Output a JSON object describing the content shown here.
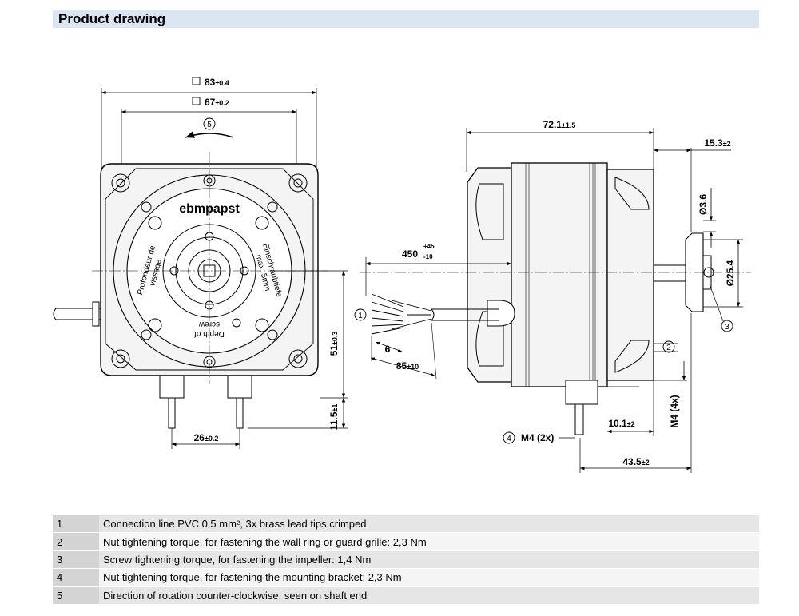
{
  "header": {
    "title": "Product drawing"
  },
  "drawing": {
    "brand_logo": "ebmpapst",
    "front_view": {
      "dim_outer": "83",
      "dim_outer_tol": "±0.4",
      "dim_inner": "67",
      "dim_inner_tol": "±0.2",
      "rotation_marker": "5",
      "dim_height": "51",
      "dim_height_tol": "±0.3",
      "dim_pin_length": "11.5",
      "dim_pin_length_tol": "±1",
      "dim_pin_spacing": "26",
      "dim_pin_spacing_tol": "±0.2",
      "text_fr_1": "Profondeur de",
      "text_fr_2": "vissage",
      "text_de_1": "Einschraubtiefe",
      "text_de_2": "max. 5mm",
      "text_en_1": "Depth of",
      "text_en_2": "screw"
    },
    "side_view": {
      "dim_length": "72.1",
      "dim_length_tol": "±1.5",
      "dim_shaft": "15.3",
      "dim_shaft_tol": "±2",
      "dim_bore": "Ø3.6",
      "dim_hub": "Ø25.4",
      "marker_3": "3",
      "dim_cable": "450",
      "dim_cable_tol_plus": "+45",
      "dim_cable_tol_minus": "-10",
      "marker_1": "1",
      "dim_strip": "6",
      "dim_lead": "85",
      "dim_lead_tol": "±10",
      "marker_2": "2",
      "dim_thread": "M4 (4x)",
      "dim_bracket": "10.1",
      "dim_bracket_tol": "±2",
      "marker_4": "4",
      "marker_4_label": "M4 (2x)",
      "dim_total": "43.5",
      "dim_total_tol": "±2"
    }
  },
  "notes": [
    {
      "num": "1",
      "text": "Connection line PVC 0.5 mm², 3x brass lead tips crimped"
    },
    {
      "num": "2",
      "text": "Nut tightening torque, for fastening the wall ring or guard grille: 2,3 Nm"
    },
    {
      "num": "3",
      "text": "Screw tightening torque, for fastening the impeller: 1,4 Nm"
    },
    {
      "num": "4",
      "text": "Nut tightening torque, for fastening the mounting bracket: 2,3 Nm"
    },
    {
      "num": "5",
      "text": "Direction of rotation counter-clockwise, seen on shaft end"
    }
  ]
}
